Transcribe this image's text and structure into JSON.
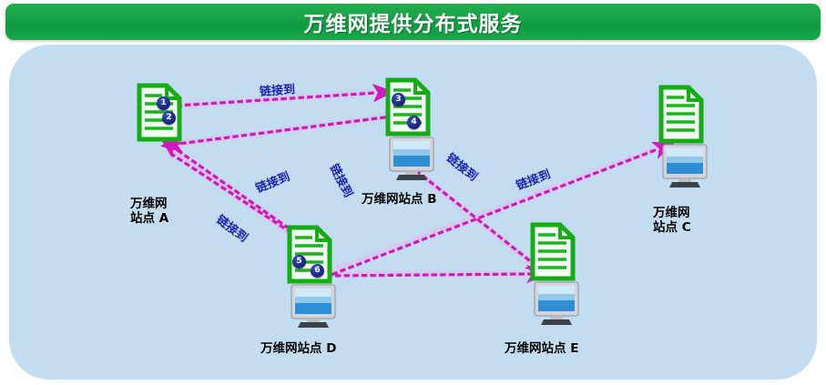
{
  "title": {
    "text": "万维网提供分布式服务"
  },
  "colors": {
    "title_bar": "#16a849",
    "canvas_bg": "#c2dcf1",
    "doc_green": "#14ad14",
    "link_line": "#cc19b8",
    "link_label": "#1a23b4",
    "badge": "#1d2b86",
    "monitor_screen": "#2f8fd6"
  },
  "nodes": [
    {
      "id": "A",
      "label": "万维网\n站点 A",
      "badges": [
        "1",
        "2"
      ],
      "has_monitor": false
    },
    {
      "id": "B",
      "label": "万维网站点 B",
      "badges": [
        "3",
        "4"
      ],
      "has_monitor": true
    },
    {
      "id": "C",
      "label": "万维网\n站点 C",
      "badges": [],
      "has_monitor": true
    },
    {
      "id": "D",
      "label": "万维网站点 D",
      "badges": [
        "5",
        "6"
      ],
      "has_monitor": true
    },
    {
      "id": "E",
      "label": "万维网站点 E",
      "badges": [],
      "has_monitor": true
    }
  ],
  "links": [
    {
      "from": "A",
      "to": "B",
      "label": "链接到"
    },
    {
      "from": "B",
      "to": "A",
      "label": "链接到"
    },
    {
      "from": "D",
      "to": "A",
      "label": "链接到"
    },
    {
      "from": "A",
      "to": "D",
      "label": "链接到"
    },
    {
      "from": "B",
      "to": "E",
      "label": "链接到"
    },
    {
      "from": "D",
      "to": "C",
      "label": "链接到"
    },
    {
      "from": "D",
      "to": "E",
      "label": ""
    }
  ],
  "link_labels": [
    {
      "text": "链接到"
    },
    {
      "text": "链接到"
    },
    {
      "text": "链接到"
    },
    {
      "text": "链接到"
    },
    {
      "text": "链接到"
    },
    {
      "text": "链接到"
    }
  ]
}
